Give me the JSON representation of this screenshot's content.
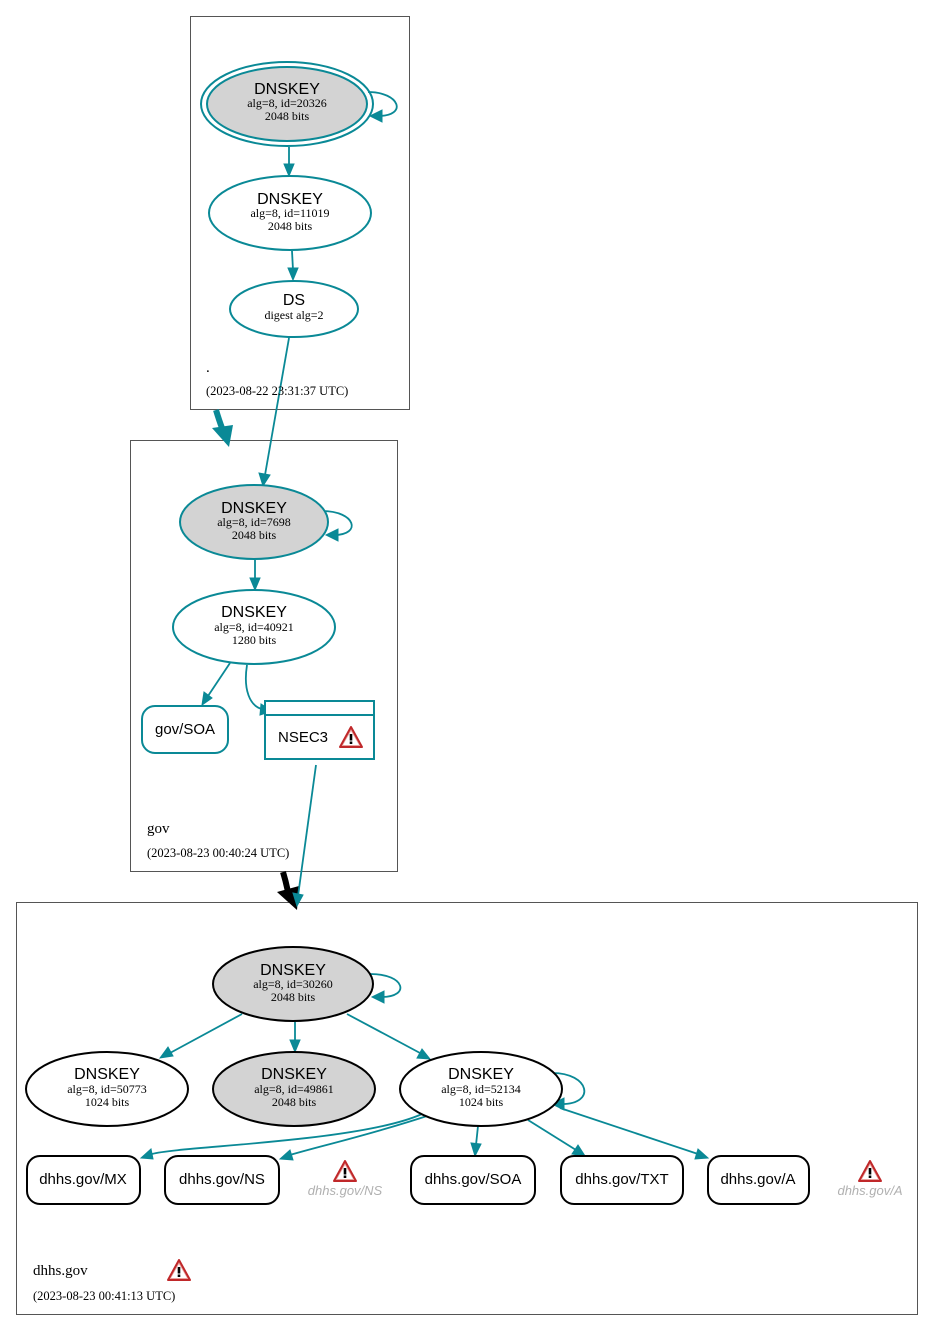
{
  "zones": {
    "root": {
      "name": ".",
      "timestamp": "(2023-08-22 23:31:37 UTC)"
    },
    "gov": {
      "name": "gov",
      "timestamp": "(2023-08-23 00:40:24 UTC)"
    },
    "dhhs": {
      "name": "dhhs.gov",
      "timestamp": "(2023-08-23 00:41:13 UTC)"
    }
  },
  "nodes": {
    "root_ksk": {
      "title": "DNSKEY",
      "line1": "alg=8, id=20326",
      "line2": "2048 bits"
    },
    "root_zsk": {
      "title": "DNSKEY",
      "line1": "alg=8, id=11019",
      "line2": "2048 bits"
    },
    "root_ds": {
      "title": "DS",
      "line1": "digest alg=2"
    },
    "gov_ksk": {
      "title": "DNSKEY",
      "line1": "alg=8, id=7698",
      "line2": "2048 bits"
    },
    "gov_zsk": {
      "title": "DNSKEY",
      "line1": "alg=8, id=40921",
      "line2": "1280 bits"
    },
    "gov_soa": {
      "label": "gov/SOA"
    },
    "gov_nsec3": {
      "label": "NSEC3"
    },
    "dhhs_ksk": {
      "title": "DNSKEY",
      "line1": "alg=8, id=30260",
      "line2": "2048 bits"
    },
    "dhhs_k1": {
      "title": "DNSKEY",
      "line1": "alg=8, id=50773",
      "line2": "1024 bits"
    },
    "dhhs_k2": {
      "title": "DNSKEY",
      "line1": "alg=8, id=49861",
      "line2": "2048 bits"
    },
    "dhhs_zsk": {
      "title": "DNSKEY",
      "line1": "alg=8, id=52134",
      "line2": "1024 bits"
    },
    "dhhs_mx": {
      "label": "dhhs.gov/MX"
    },
    "dhhs_ns": {
      "label": "dhhs.gov/NS"
    },
    "dhhs_soa": {
      "label": "dhhs.gov/SOA"
    },
    "dhhs_txt": {
      "label": "dhhs.gov/TXT"
    },
    "dhhs_a": {
      "label": "dhhs.gov/A"
    },
    "dhhs_ns_ghost": {
      "label": "dhhs.gov/NS"
    },
    "dhhs_a_ghost": {
      "label": "dhhs.gov/A"
    }
  },
  "colors": {
    "secure": "#0a8996",
    "insecure": "#000000",
    "sep_fill": "#d3d3d3",
    "warning": "#d0322b"
  }
}
